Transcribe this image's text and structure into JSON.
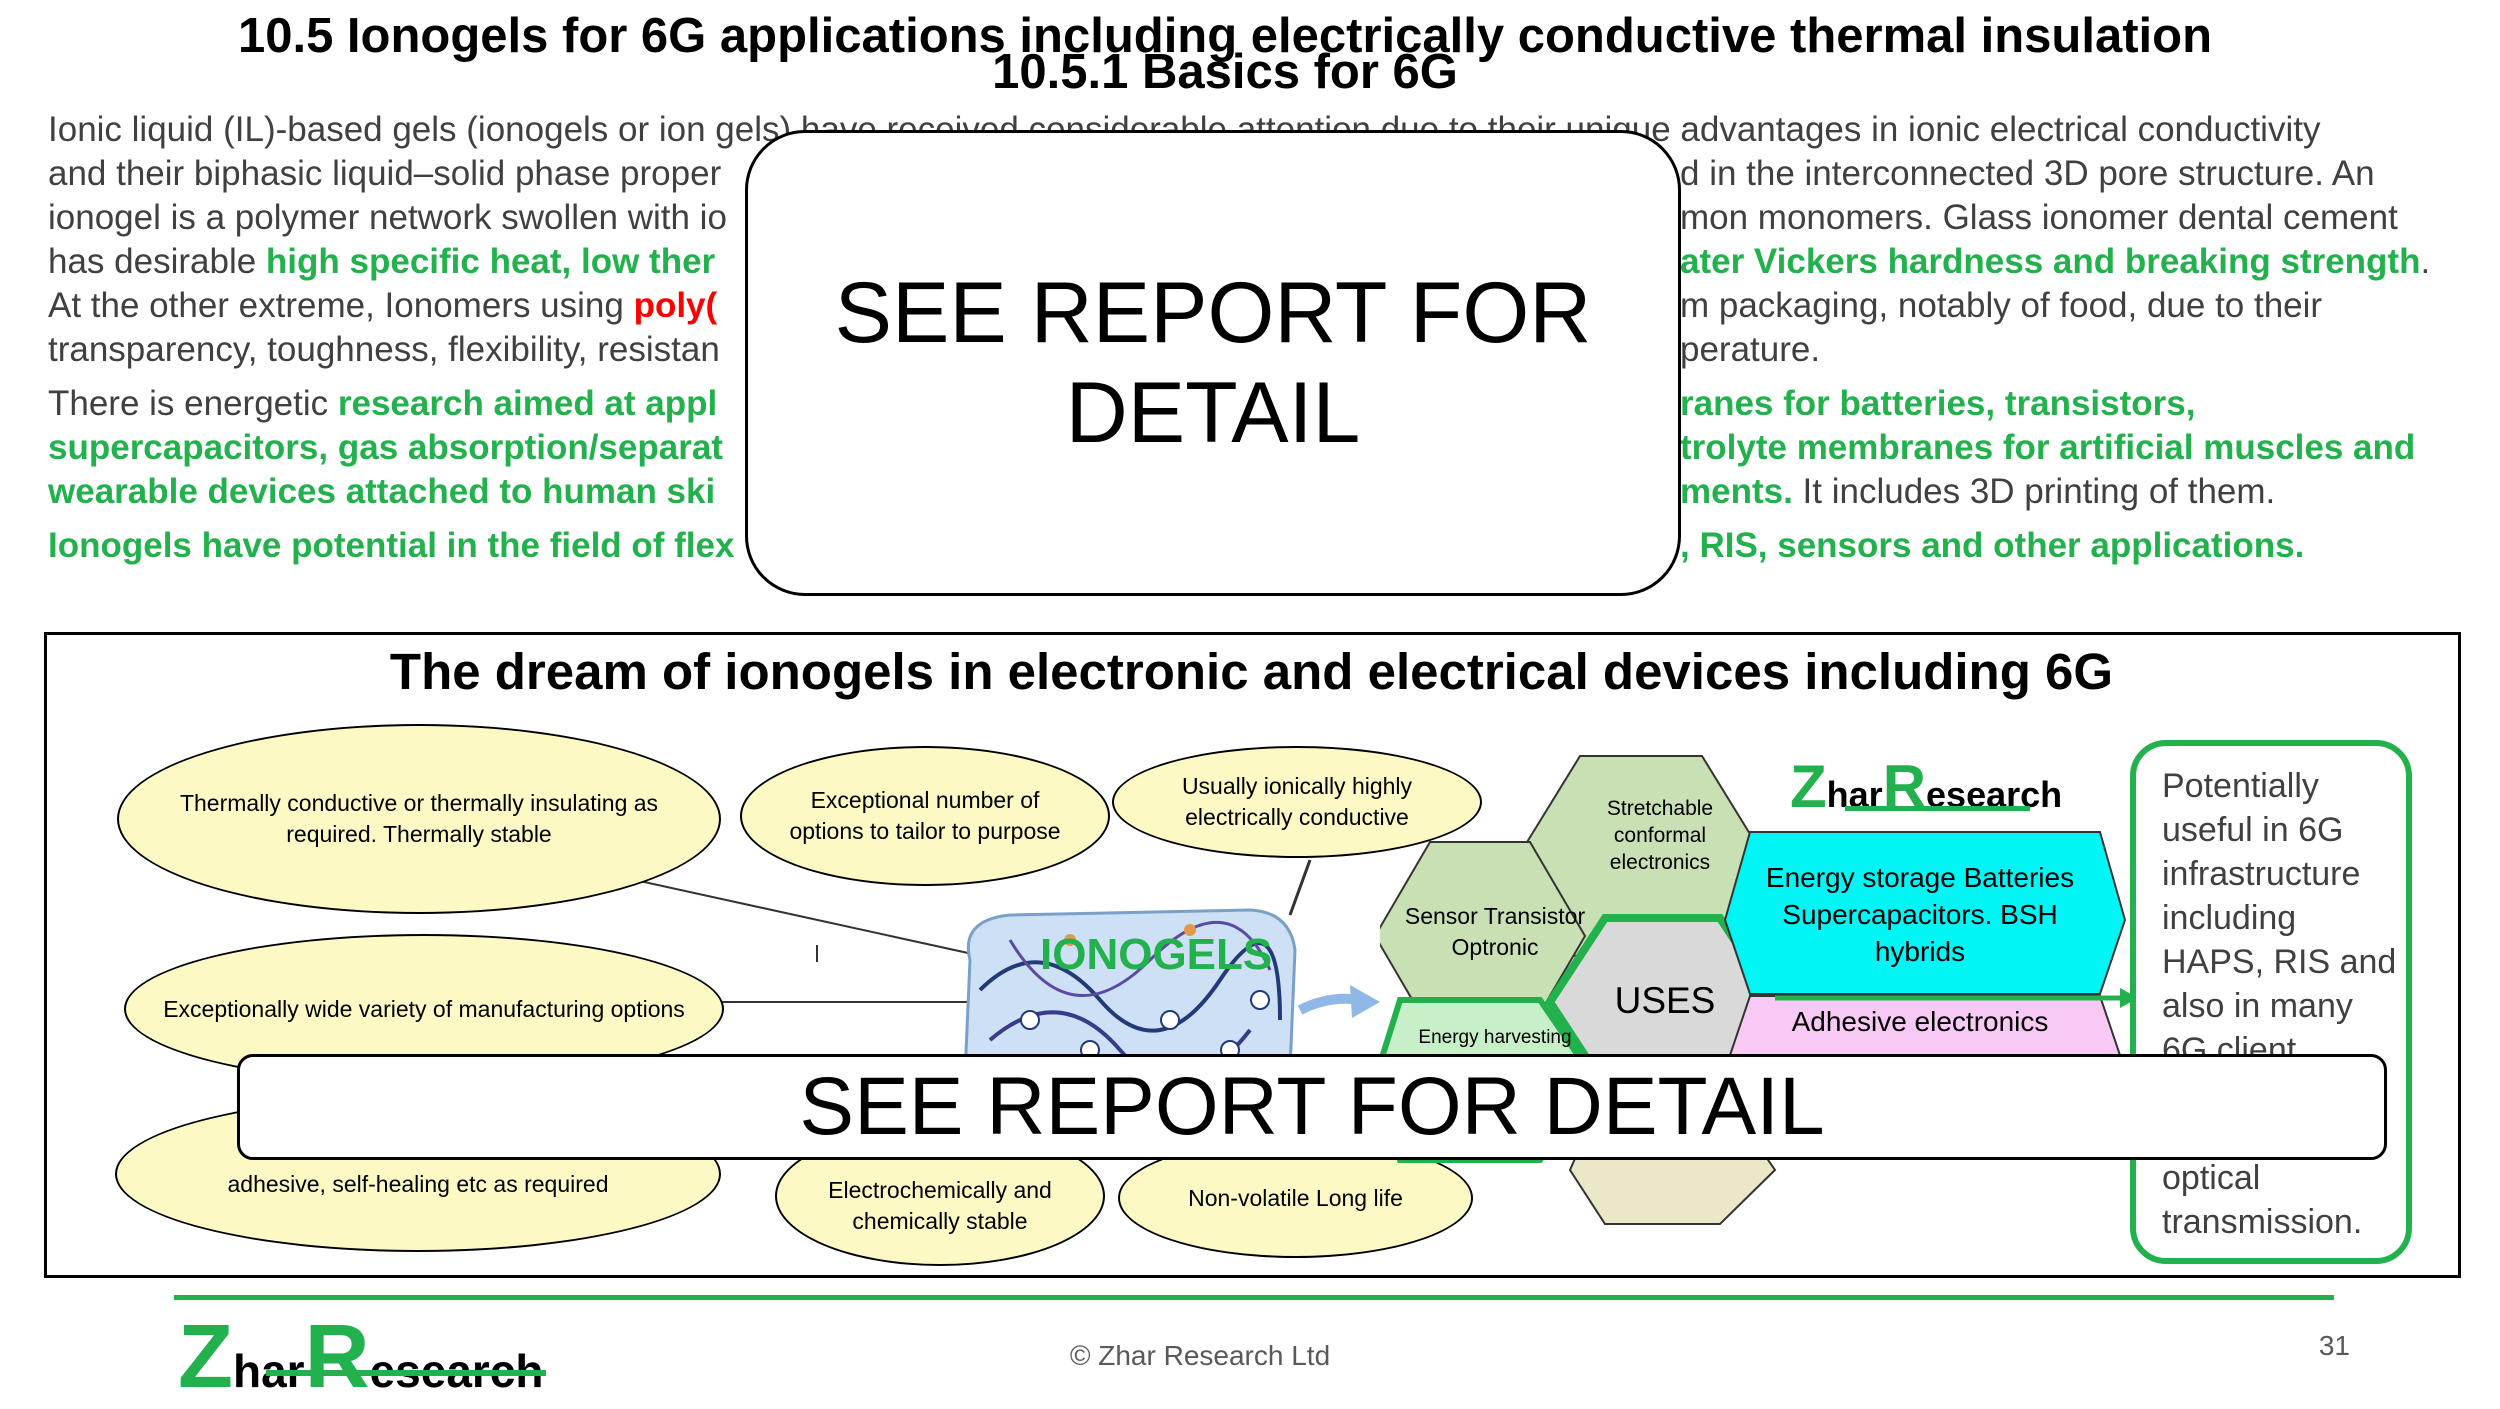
{
  "heading": {
    "title": "10.5 Ionogels for 6G applications including electrically conductive thermal insulation",
    "subtitle": "10.5.1 Basics for 6G"
  },
  "para1": {
    "line1": "Ionic liquid (IL)-based gels (ionogels or ion gels) have received considerable attention due to their unique advantages in ionic electrical conductivity",
    "line2": "and their biphasic liquid–solid phase proper",
    "line2b": "d in the interconnected 3D pore structure. An",
    "line3": "ionogel is a polymer network swollen with io",
    "line3b": "mon monomers. Glass ionomer dental cement",
    "line4a": "has desirable ",
    "line4g": "high specific heat, low ther",
    "line4b": "ater Vickers hardness and breaking strength",
    "line4end": ".",
    "line5a": "At the other extreme, Ionomers using ",
    "line5r": "poly(",
    "line5b": "m packaging, notably of food, due to their",
    "line6": "transparency, toughness, flexibility, resistan",
    "line6b": "perature."
  },
  "para2": {
    "line1a": "There is energetic ",
    "line1g": "research aimed at appl",
    "line1b": "ranes for batteries, transistors,",
    "line2a": "supercapacitors, gas absorption/separat",
    "line2b": "trolyte membranes for artificial muscles and",
    "line3a": "wearable devices attached to human ski",
    "line3b": "ments.",
    "line3c": " It includes 3D printing of them."
  },
  "para3": {
    "line1a": "Ionogels have potential in the field of flex",
    "line1b": ", RIS, sensors and other applications."
  },
  "overlay_top": "SEE REPORT FOR DETAIL",
  "overlay_bottom": "SEE REPORT FOR DETAIL",
  "diagram": {
    "title": "The dream of ionogels in electronic and electrical devices including 6G",
    "ellipses": {
      "thermal": "Thermally conductive or thermally insulating as required. Thermally stable",
      "tailor": "Exceptional number of options to tailor to purpose",
      "conductive": "Usually ionically highly electrically conductive",
      "manufacturing": "Exceptionally wide variety of manufacturing options",
      "adhesive": "adhesive, self-healing etc as required",
      "stable": "Electrochemically and chemically stable",
      "nonvolatile": "Non-volatile Long life"
    },
    "center_label": "IONOGELS",
    "hexes": {
      "stretchable": "Stretchable conformal electronics",
      "sensor": "Sensor Transistor Optronic",
      "uses": "USES",
      "energy_storage": "Energy storage Batteries Supercapacitors. BSH hybrids",
      "adhesive_elec": "Adhesive electronics",
      "energy_harvesting": "Energy harvesting"
    },
    "logo": {
      "z": "Z",
      "har": "har",
      "r": "R",
      "esearch": "esearch"
    },
    "side_box": "Potentially useful in 6G infrastructure including HAPS, RIS and also in many 6G client",
    "side_box_tail": "optical transmission."
  },
  "footer": {
    "logo": {
      "z": "Z",
      "har": "har",
      "r": "R",
      "esearch": "esearch"
    },
    "copyright": "© Zhar Research Ltd",
    "page_number": "31"
  },
  "colors": {
    "accent_green": "#22b14c",
    "red": "#ff0000",
    "ellipse_fill": "#fcf9c5",
    "cyan": "#00f5f5",
    "pink": "#f9c9f5",
    "hex_green": "#c8e0b4",
    "hex_grey": "#d9d9d9"
  }
}
